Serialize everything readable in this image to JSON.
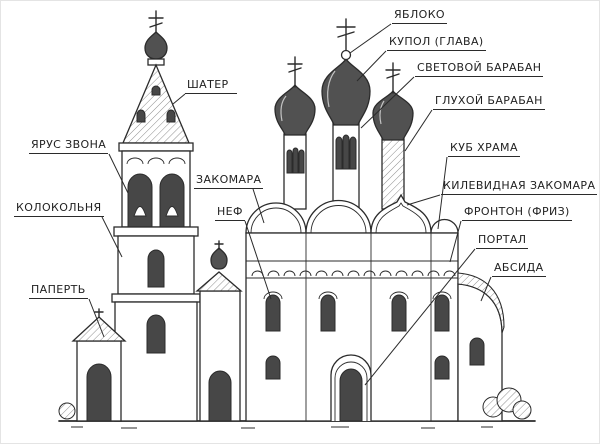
{
  "colors": {
    "ink": "#2b2b2b",
    "paper": "#ffffff"
  },
  "illustration": {
    "subject": "pen-and-ink sketch of a Russian church with architectural parts labeled"
  },
  "labels": [
    {
      "text": "ЯБЛОКО"
    },
    {
      "text": "КУПОЛ (ГЛАВА)"
    },
    {
      "text": "СВЕТОВОЙ БАРАБАН"
    },
    {
      "text": "ГЛУХОЙ БАРАБАН"
    },
    {
      "text": "КУБ ХРАМА"
    },
    {
      "text": "КИЛЕВИДНАЯ ЗАКОМАРА"
    },
    {
      "text": "ФРОНТОН (ФРИЗ)"
    },
    {
      "text": "ПОРТАЛ"
    },
    {
      "text": "АБСИДА"
    },
    {
      "text": "ШАТЕР"
    },
    {
      "text": "ЯРУС ЗВОНА"
    },
    {
      "text": "КОЛОКОЛЬНЯ"
    },
    {
      "text": "ПАПЕРТЬ"
    },
    {
      "text": "ЗАКОМАРА"
    },
    {
      "text": "НЕФ"
    }
  ]
}
